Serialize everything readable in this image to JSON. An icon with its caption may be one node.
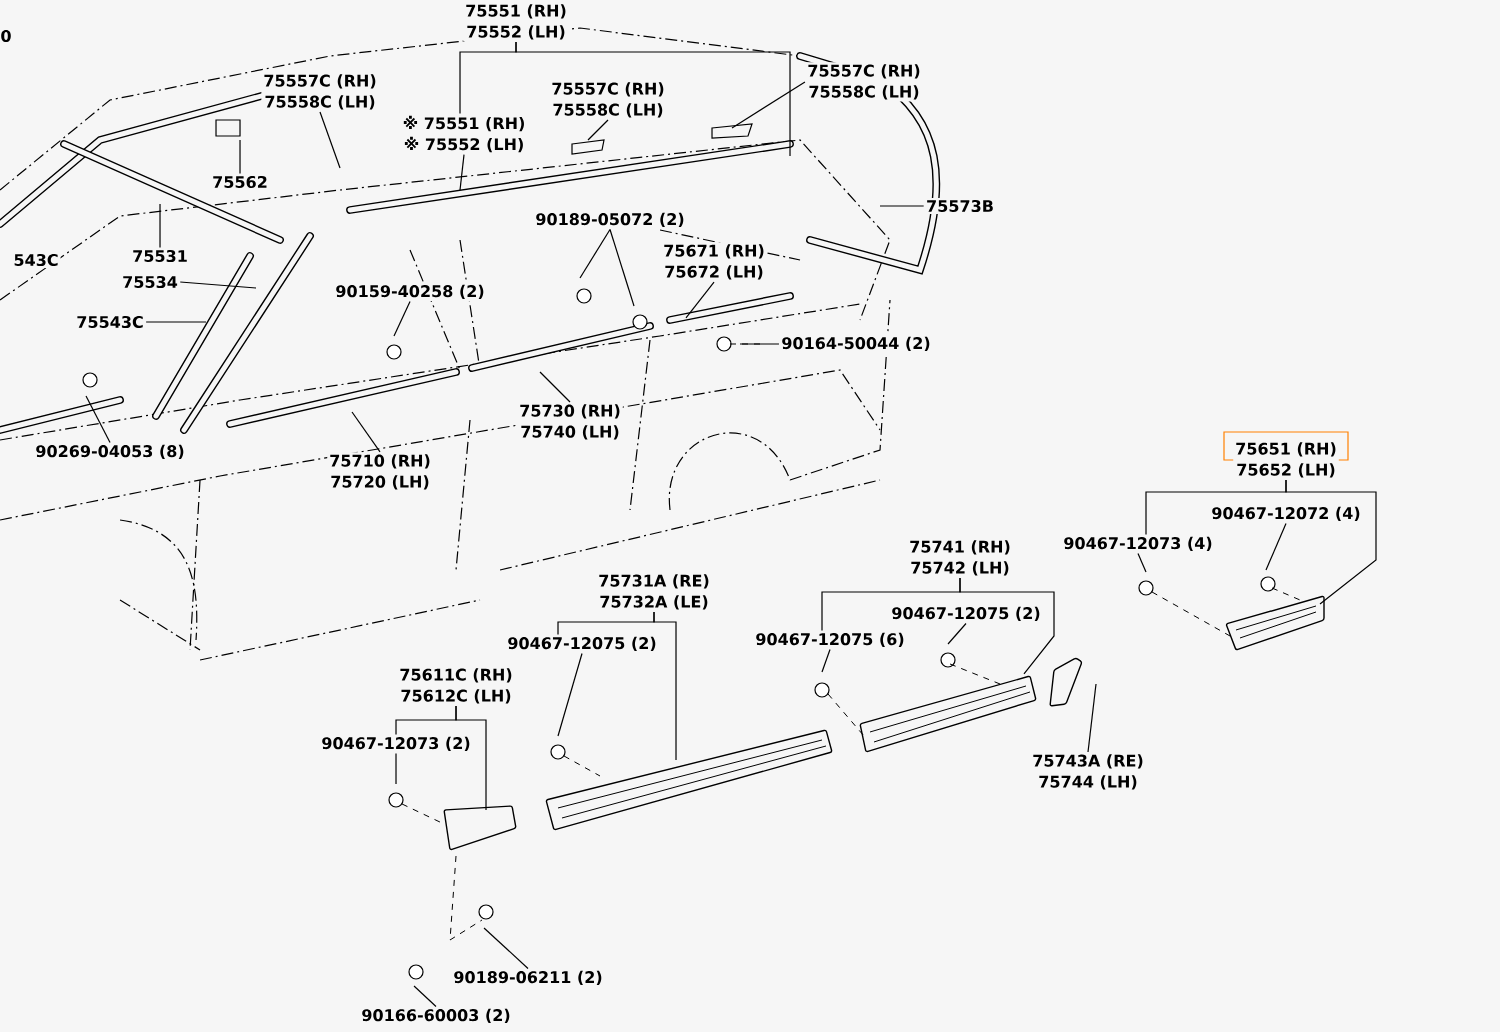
{
  "diagram": {
    "nodes": [
      {
        "text": [
          "75551 (RH)",
          "75552 (LH)"
        ]
      },
      {
        "text": [
          "75557C (RH)",
          "75558C (LH)"
        ]
      },
      {
        "text": [
          "※ 75551 (RH)",
          "※ 75552 (LH)"
        ]
      },
      {
        "text": [
          "75557C (RH)",
          "75558C (LH)"
        ]
      },
      {
        "text": [
          "75557C (RH)",
          "75558C (LH)"
        ]
      },
      {
        "text": [
          "75562"
        ]
      },
      {
        "text": [
          "75573B"
        ]
      },
      {
        "text": [
          "75531"
        ]
      },
      {
        "text": [
          "75534"
        ]
      },
      {
        "text": [
          "75543C"
        ]
      },
      {
        "text": [
          "90159-40258 (2)"
        ]
      },
      {
        "text": [
          "90189-05072 (2)"
        ]
      },
      {
        "text": [
          "75671 (RH)",
          "75672 (LH)"
        ]
      },
      {
        "text": [
          "90164-50044 (2)"
        ]
      },
      {
        "text": [
          "90269-04053 (8)"
        ]
      },
      {
        "text": [
          "75710 (RH)",
          "75720 (LH)"
        ]
      },
      {
        "text": [
          "75730 (RH)",
          "75740 (LH)"
        ]
      },
      {
        "text": [
          "75651 (RH)",
          "75652 (LH)"
        ]
      },
      {
        "text": [
          "90467-12072 (4)"
        ]
      },
      {
        "text": [
          "90467-12073 (4)"
        ]
      },
      {
        "text": [
          "75741 (RH)",
          "75742 (LH)"
        ]
      },
      {
        "text": [
          "90467-12075 (2)"
        ]
      },
      {
        "text": [
          "90467-12075 (6)"
        ]
      },
      {
        "text": [
          "75743A (RE)",
          "75744 (LH)"
        ]
      },
      {
        "text": [
          "75731A (RE)",
          "75732A (LE)"
        ]
      },
      {
        "text": [
          "90467-12075 (2)"
        ]
      },
      {
        "text": [
          "75611C (RH)",
          "75612C (LH)"
        ]
      },
      {
        "text": [
          "90467-12073 (2)"
        ]
      },
      {
        "text": [
          "90189-06211 (2)"
        ]
      },
      {
        "text": [
          "90166-60003 (2)"
        ]
      }
    ],
    "edges": [
      {
        "from": 0,
        "to": 2,
        "arrow": "none"
      },
      {
        "from": 0,
        "to": null,
        "arrow": "none"
      },
      {
        "from": 1,
        "to": null,
        "arrow": "none"
      },
      {
        "from": 3,
        "to": null,
        "arrow": "none"
      },
      {
        "from": 4,
        "to": null,
        "arrow": "none"
      },
      {
        "from": 5,
        "to": null,
        "arrow": "none"
      },
      {
        "from": 6,
        "to": null,
        "arrow": "none"
      },
      {
        "from": 7,
        "to": null,
        "arrow": "none"
      },
      {
        "from": 8,
        "to": null,
        "arrow": "none"
      },
      {
        "from": 9,
        "to": null,
        "arrow": "none"
      },
      {
        "from": 10,
        "to": null,
        "arrow": "none"
      },
      {
        "from": 11,
        "to": null,
        "arrow": "none"
      },
      {
        "from": 11,
        "to": null,
        "arrow": "none"
      },
      {
        "from": 12,
        "to": null,
        "arrow": "none"
      },
      {
        "from": 13,
        "to": null,
        "arrow": "none"
      },
      {
        "from": 14,
        "to": null,
        "arrow": "none"
      },
      {
        "from": 15,
        "to": null,
        "arrow": "none"
      },
      {
        "from": 16,
        "to": null,
        "arrow": "none"
      },
      {
        "from": 17,
        "to": 19,
        "arrow": "none"
      },
      {
        "from": 17,
        "to": null,
        "arrow": "none"
      },
      {
        "from": 18,
        "to": null,
        "arrow": "none"
      },
      {
        "from": 19,
        "to": null,
        "arrow": "none"
      },
      {
        "from": 20,
        "to": 22,
        "arrow": "none"
      },
      {
        "from": 20,
        "to": null,
        "arrow": "none"
      },
      {
        "from": 21,
        "to": null,
        "arrow": "none"
      },
      {
        "from": 22,
        "to": null,
        "arrow": "none"
      },
      {
        "from": 23,
        "to": null,
        "arrow": "none"
      },
      {
        "from": 24,
        "to": 25,
        "arrow": "none"
      },
      {
        "from": 24,
        "to": null,
        "arrow": "none"
      },
      {
        "from": 25,
        "to": null,
        "arrow": "none"
      },
      {
        "from": 26,
        "to": 27,
        "arrow": "none"
      },
      {
        "from": 26,
        "to": null,
        "arrow": "none"
      },
      {
        "from": 27,
        "to": null,
        "arrow": "none"
      },
      {
        "from": 28,
        "to": null,
        "arrow": "none"
      },
      {
        "from": 29,
        "to": null,
        "arrow": "none"
      },
      {
        "from": 2,
        "to": null,
        "arrow": "none"
      }
    ],
    "labels": [
      "0",
      "543C"
    ]
  }
}
